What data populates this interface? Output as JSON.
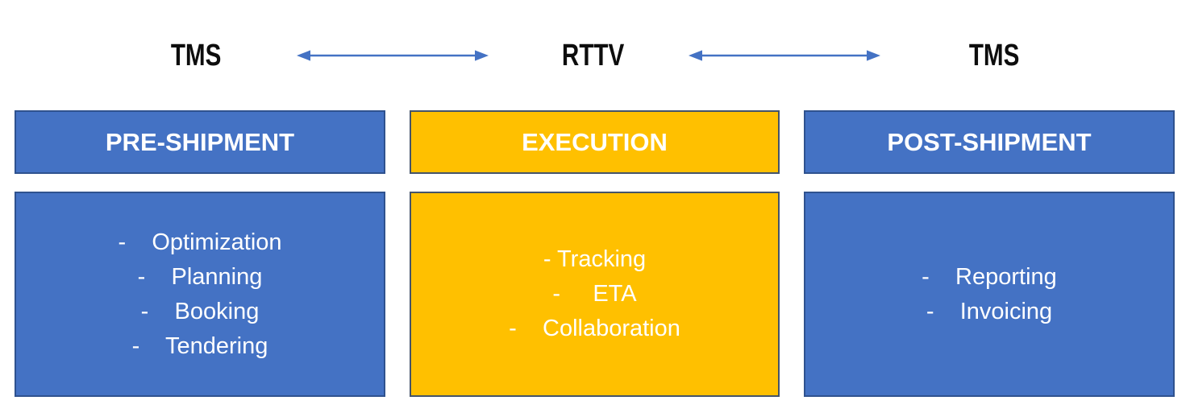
{
  "diagram": {
    "top_row": {
      "labels": [
        "TMS",
        "RTTV",
        "TMS"
      ]
    },
    "columns": [
      {
        "header": "PRE-SHIPMENT",
        "theme": "blue",
        "items": [
          "-    Optimization",
          "-    Planning",
          "-    Booking",
          "-    Tendering"
        ]
      },
      {
        "header": "EXECUTION",
        "theme": "yellow",
        "items": [
          "- Tracking",
          "-     ETA",
          "-    Collaboration"
        ]
      },
      {
        "header": "POST-SHIPMENT",
        "theme": "blue",
        "items": [
          "-    Reporting",
          "-    Invoicing"
        ]
      }
    ],
    "colors": {
      "blue_fill": "#4472C4",
      "blue_border": "#2F528F",
      "yellow_fill": "#FFC000",
      "yellow_border": "#44546A",
      "arrow": "#4472C4",
      "top_label_text": "#0d0d0d",
      "box_text": "#FFFFFF",
      "background": "#FFFFFF"
    }
  }
}
